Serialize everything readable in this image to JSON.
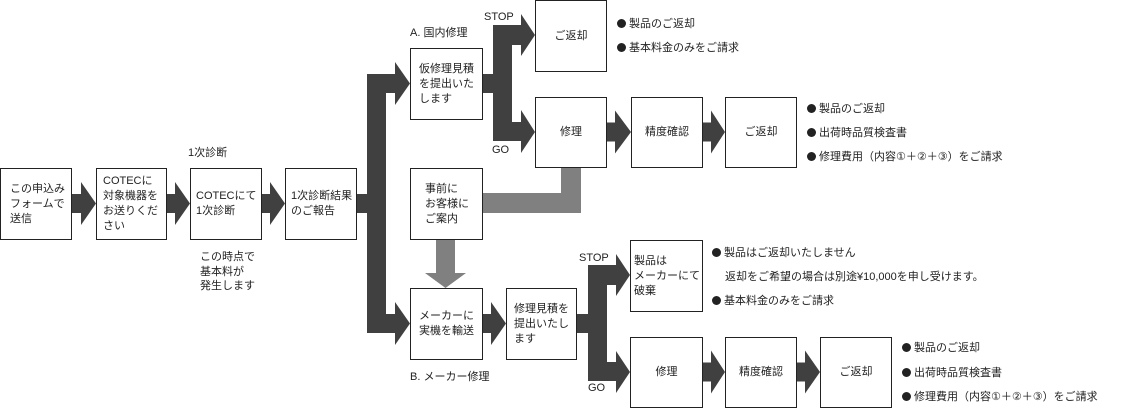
{
  "colors": {
    "arrow_dark": "#404040",
    "arrow_gray": "#808080",
    "border": "#222222",
    "text": "#222222",
    "background": "#ffffff"
  },
  "intake": {
    "step_send_form": "この申込み\nフォームで\n送信",
    "step_ship_to_cotec": "COTECに\n対象機器を\nお送りくだ\nさい",
    "step_first_diagnosis": "COTECにて\n1次診断",
    "step_report": "1次診断結果\nのご報告",
    "first_diagnosis_label": "1次診断",
    "basic_fee_note": "この時点で\n基本料が\n発生します"
  },
  "advance_notice": "事前に\nお客様に\nご案内",
  "domestic_repair": {
    "label": "A. 国内修理",
    "estimate": "仮修理見積\nを提出いた\nします",
    "stop_label": "STOP",
    "go_label": "GO",
    "stop_result": "ご返却",
    "stop_notes": [
      {
        "text": "製品のご返却",
        "bullet": true
      },
      {
        "text": "基本料金のみをご請求",
        "bullet": true
      }
    ],
    "repair": "修理",
    "inspection": "精度確認",
    "return": "ご返却",
    "go_notes": [
      {
        "text": "製品のご返却",
        "bullet": true
      },
      {
        "text": "出荷時品質検査書",
        "bullet": true
      },
      {
        "text": "修理費用（内容①＋②＋③）をご請求",
        "bullet": true
      }
    ]
  },
  "maker_repair": {
    "label": "B. メーカー修理",
    "ship": "メーカーに\n実機を輸送",
    "estimate": "修理見積を\n提出いたし\nます",
    "stop_label": "STOP",
    "go_label": "GO",
    "stop_result": "製品は\nメーカーにて\n破棄",
    "stop_notes": [
      {
        "text": "製品はご返却いたしません",
        "bullet": true
      },
      {
        "text": "返却をご希望の場合は別途¥10,000を申し受けます。",
        "bullet": false
      },
      {
        "text": "基本料金のみをご請求",
        "bullet": true
      }
    ],
    "repair": "修理",
    "inspection": "精度確認",
    "return": "ご返却",
    "go_notes": [
      {
        "text": "製品のご返却",
        "bullet": true
      },
      {
        "text": "出荷時品質検査書",
        "bullet": true
      },
      {
        "text": "修理費用（内容①＋②＋③）をご請求",
        "bullet": true
      }
    ]
  }
}
